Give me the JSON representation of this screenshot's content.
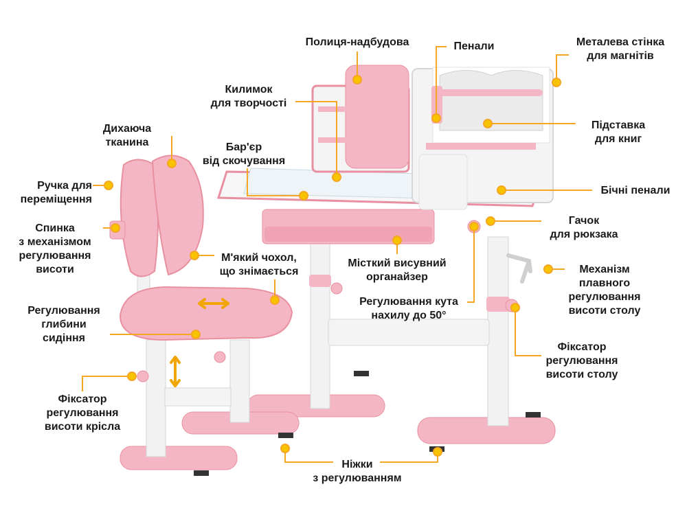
{
  "colors": {
    "pink": "#f4b6c4",
    "pink_dark": "#e8909f",
    "white_frame": "#f2f2f2",
    "leader": "#f5a623",
    "marker": "#f8c300",
    "text": "#1a1a1a"
  },
  "callouts": {
    "shelf": "Полиця-надбудова",
    "pencil_cases": "Пенали",
    "metal_wall": "Металева стінка\nдля магнітів",
    "mat": "Килимок\nдля творчості",
    "book_stand": "Підставка\nдля книг",
    "breathable": "Дихаюча\nтканина",
    "barrier": "Бар'єр\nвід скочування",
    "side_cases": "Бічні пенали",
    "handle": "Ручка для\nпереміщення",
    "hook": "Гачок\nдля рюкзака",
    "backrest": "Спинка\nз механізмом\nрегулювання\nвисоти",
    "soft_cover": "М'який чохол,\nщо знімається",
    "organizer": "Місткий висувний\nорганайзер",
    "mechanism": "Механізм\nплавного\nрегулювання\nвисоти столу",
    "tilt": "Регулювання кута\nнахилу до 50°",
    "seat_depth": "Регулювання\nглибини\nсидіння",
    "desk_lock": "Фіксатор\nрегулювання\nвисоти столу",
    "chair_lock": "Фіксатор\nрегулювання\nвисоти крісла",
    "legs": "Ніжки\nз регулюванням"
  }
}
